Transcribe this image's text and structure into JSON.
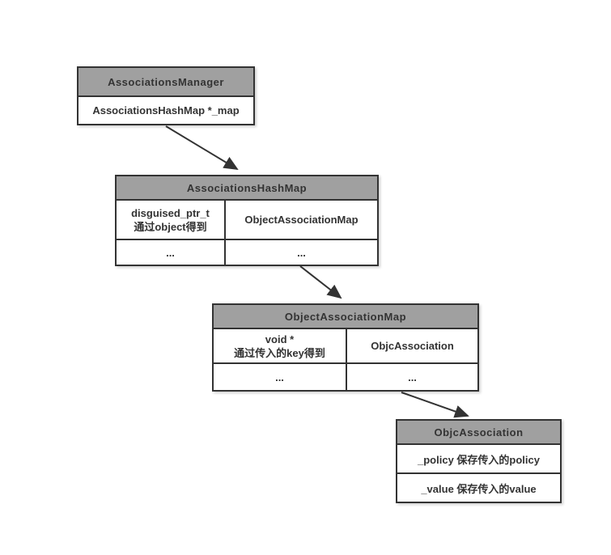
{
  "diagram": {
    "nodes": {
      "manager": {
        "title": "AssociationsManager",
        "field": "AssociationsHashMap *_map"
      },
      "hashmap": {
        "title": "AssociationsHashMap",
        "key_line1": "disguised_ptr_t",
        "key_line2": "通过object得到",
        "value_type": "ObjectAssociationMap",
        "ellipsis_key": "...",
        "ellipsis_value": "..."
      },
      "objmap": {
        "title": "ObjectAssociationMap",
        "key_line1": "void *",
        "key_line2": "通过传入的key得到",
        "value_type": "ObjcAssociation",
        "ellipsis_key": "...",
        "ellipsis_value": "..."
      },
      "association": {
        "title": "ObjcAssociation",
        "field_policy": "_policy 保存传入的policy",
        "field_value": "_value 保存传入的value"
      }
    },
    "colors": {
      "header_bg": "#a0a0a0",
      "border": "#333333",
      "body_bg": "#ffffff",
      "arrow": "#333333",
      "page_bg": "#ffffff"
    }
  }
}
